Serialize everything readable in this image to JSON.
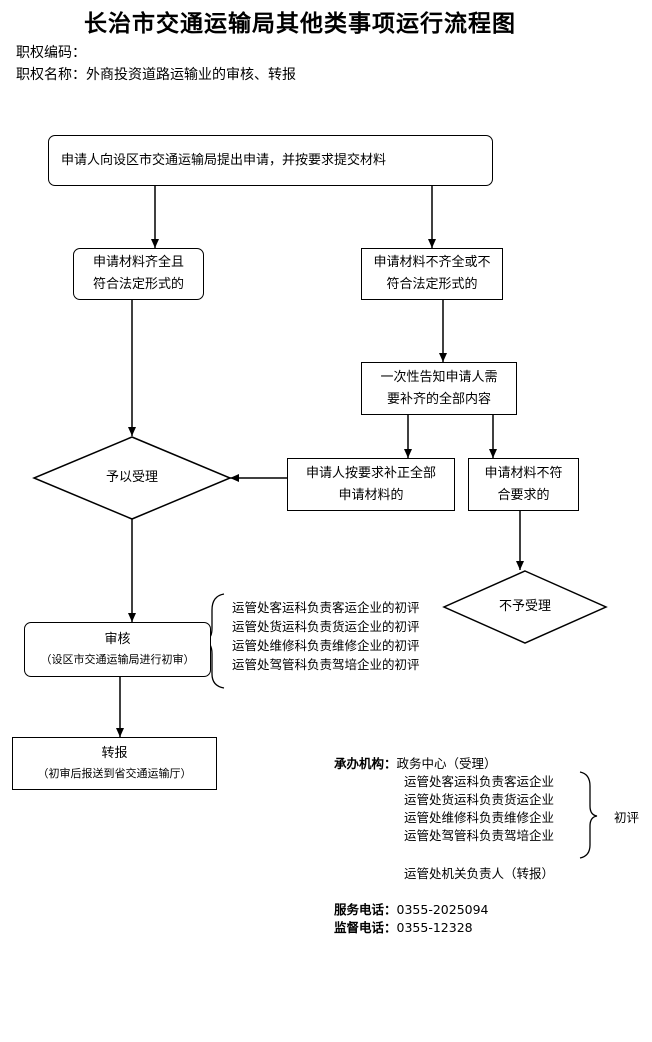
{
  "header": {
    "title": "长治市交通运输局其他类事项运行流程图",
    "code_label": "职权编码：",
    "name_label": "职权名称：",
    "name_value": "外商投资道路运输业的审核、转报"
  },
  "flow": {
    "start": "申请人向设区市交通运输局提出申请，并按要求提交材料",
    "complete": [
      "申请材料齐全且",
      "符合法定形式的"
    ],
    "incomplete": [
      "申请材料不齐全或不",
      "符合法定形式的"
    ],
    "notify": [
      "一次性告知申请人需",
      "要补齐的全部内容"
    ],
    "supplement": [
      "申请人按要求补正全部",
      "申请材料的"
    ],
    "not_conform": [
      "申请材料不符",
      "合要求的"
    ],
    "accept": "予以受理",
    "reject": "不予受理",
    "review_title": "审核",
    "review_sub": "（设区市交通运输局进行初审）",
    "report_title": "转报",
    "report_sub": "（初审后报送到省交通运输厅）",
    "review_notes": [
      "运管处客运科负责客运企业的初评",
      "运管处货运科负责货运企业的初评",
      "运管处维修科负责维修企业的初评",
      "运管处驾管科负责驾培企业的初评"
    ]
  },
  "info": {
    "org_label": "承办机构：",
    "org_value": "政务中心（受理）",
    "org_items": [
      "运管处客运科负责客运企业",
      "运管处货运科负责货运企业",
      "运管处维修科负责维修企业",
      "运管处驾管科负责驾培企业"
    ],
    "initial_eval": "初评",
    "responsible": "运管处机关负责人（转报）",
    "service_phone_label": "服务电话：",
    "service_phone": "0355-2025094",
    "supervise_phone_label": "监督电话：",
    "supervise_phone": "0355-12328"
  }
}
